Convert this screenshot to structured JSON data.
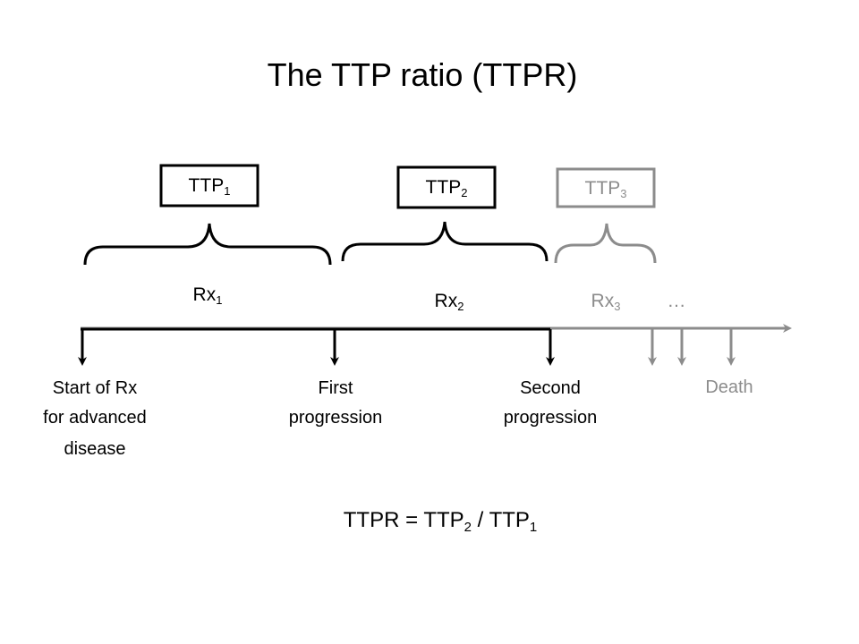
{
  "title": "The TTP ratio (TTPR)",
  "ttp_boxes": [
    {
      "prefix": "TTP",
      "subscript": "1"
    },
    {
      "prefix": "TTP",
      "subscript": "2"
    },
    {
      "prefix": "TTP",
      "subscript": "3"
    }
  ],
  "rx_labels": [
    {
      "prefix": "Rx",
      "subscript": "1"
    },
    {
      "prefix": "Rx",
      "subscript": "2"
    },
    {
      "prefix": "Rx",
      "subscript": "3"
    }
  ],
  "ellipsis": "…",
  "events": {
    "start": [
      "Start of Rx",
      "for advanced",
      "disease"
    ],
    "first": [
      "First",
      "progression"
    ],
    "second": [
      "Second",
      "progression"
    ],
    "death": "Death"
  },
  "formula": {
    "lhs": "TTPR = TTP",
    "sub2": "2",
    "mid": " / TTP",
    "sub1": "1"
  },
  "colors": {
    "primary": "#000000",
    "muted": "#8c8c8c",
    "background": "#ffffff"
  }
}
